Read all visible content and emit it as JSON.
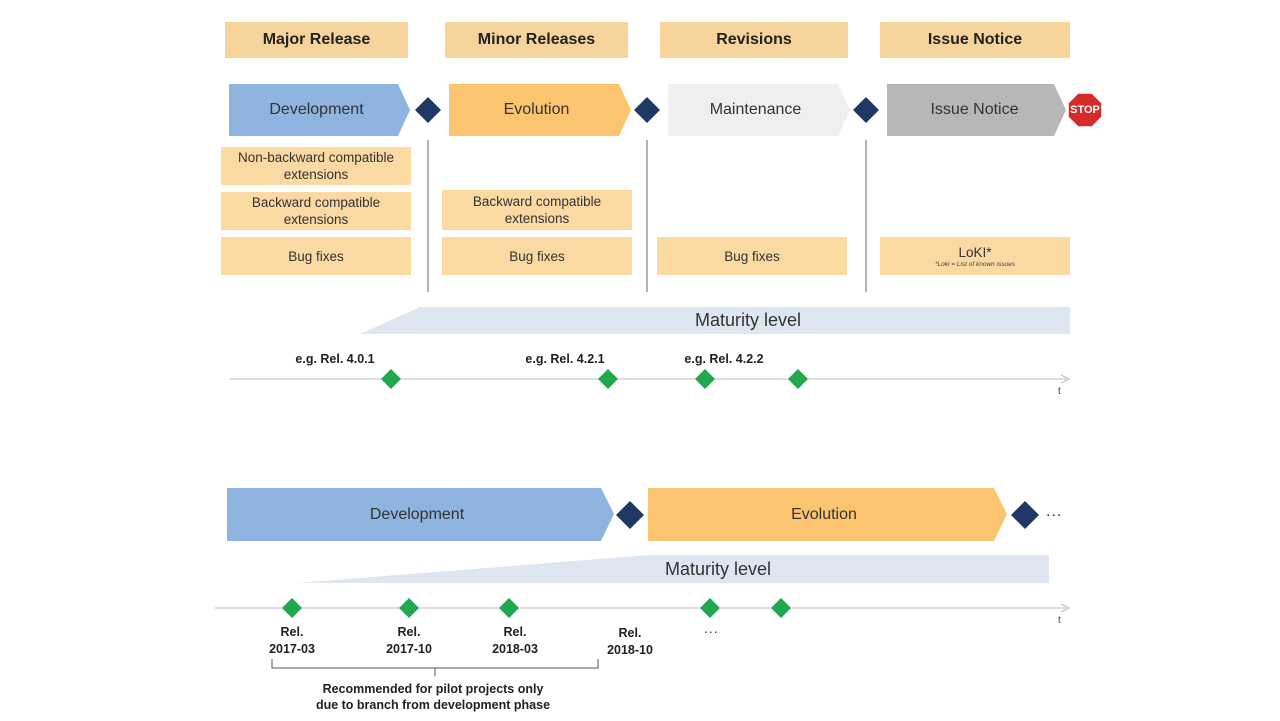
{
  "headers": [
    "Major Release",
    "Minor Releases",
    "Revisions",
    "Issue Notice"
  ],
  "phases_top": [
    "Development",
    "Evolution",
    "Maintenance",
    "Issue Notice"
  ],
  "stop_label": "STOP",
  "major_items": [
    "Non-backward compatible extensions",
    "Backward compatible extensions",
    "Bug fixes"
  ],
  "minor_items": [
    "Backward compatible extensions",
    "Bug fixes"
  ],
  "revision_items": [
    "Bug fixes"
  ],
  "issue_items": {
    "main": "LoKI*",
    "note": "*Loki = List of known issues"
  },
  "maturity_label": "Maturity level",
  "timeline_top": {
    "labels": [
      "e.g. Rel. 4.0.1",
      "e.g. Rel. 4.2.1",
      "e.g. Rel. 4.2.2"
    ],
    "axis_label": "t"
  },
  "phases_bottom": [
    "Development",
    "Evolution"
  ],
  "ellipsis": "...",
  "timeline_bottom": {
    "releases": [
      {
        "line1": "Rel.",
        "line2": "2017-03"
      },
      {
        "line1": "Rel.",
        "line2": "2017-10"
      },
      {
        "line1": "Rel.",
        "line2": "2018-03"
      },
      {
        "line1": "Rel.",
        "line2": "2018-10"
      }
    ],
    "ellipsis": "...",
    "axis_label": "t"
  },
  "note": [
    "Recommended for pilot projects only",
    "due to branch from development phase"
  ],
  "colors": {
    "header": "#f7d49c",
    "box": "#fbd9a3",
    "development": "#8fb4df",
    "evolution": "#fbc56f",
    "maintenance": "#efefef",
    "issue": "#b7b7b7",
    "diamond_navy": "#1f3864",
    "diamond_green": "#1fa84d",
    "maturity": "#dde6f1",
    "stop": "#d62b2b"
  }
}
